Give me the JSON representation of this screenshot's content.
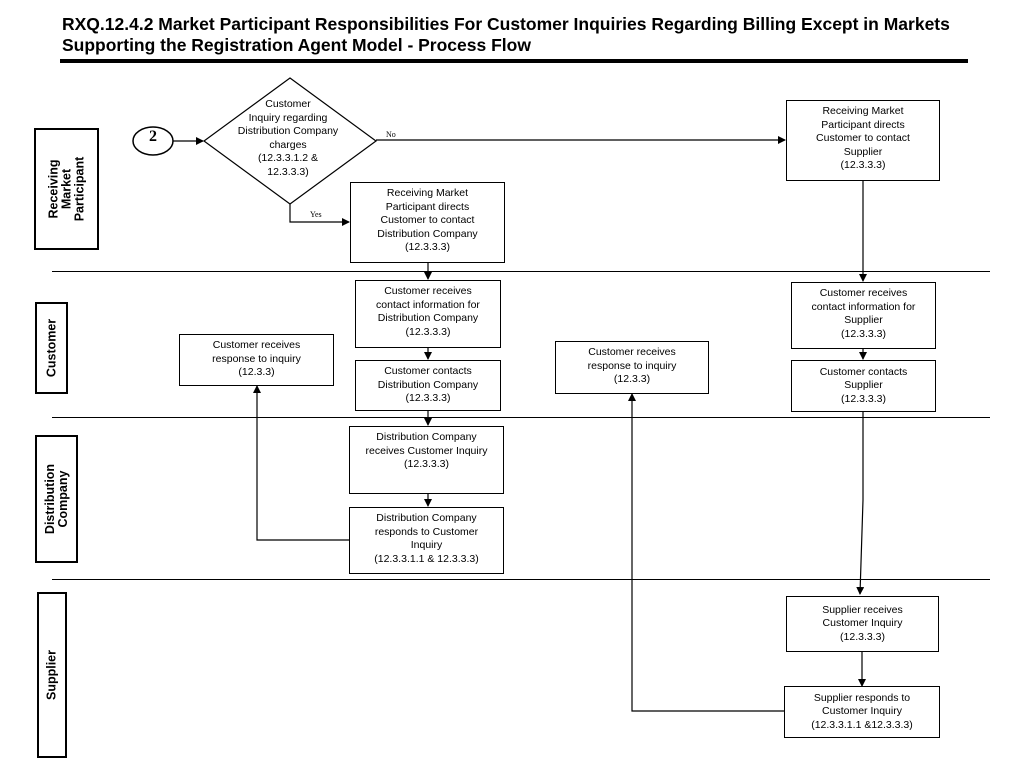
{
  "title": "RXQ.12.4.2 Market Participant Responsibilities For Customer Inquiries Regarding Billing Except in Markets Supporting the Registration Agent Model - Process Flow",
  "lanes": [
    {
      "label": "Receiving\nMarket\nParticipant"
    },
    {
      "label": "Customer"
    },
    {
      "label": "Distribution\nCompany"
    },
    {
      "label": "Supplier"
    }
  ],
  "connector": {
    "label": "2"
  },
  "decision": {
    "text": "Customer\nInquiry regarding\nDistribution Company\ncharges\n(12.3.3.1.2 &\n12.3.3.3)"
  },
  "edge_labels": {
    "no": "No",
    "yes": "Yes"
  },
  "boxes": {
    "rmp_directs_supplier": "Receiving Market\nParticipant directs\nCustomer to contact\nSupplier\n(12.3.3.3)",
    "rmp_directs_dist": "Receiving Market\nParticipant directs\nCustomer to contact\nDistribution Company\n(12.3.3.3)",
    "cust_receives_dist_info": "Customer receives\ncontact information for\nDistribution Company\n(12.3.3.3)",
    "cust_contacts_dist": "Customer contacts\nDistribution Company\n(12.3.3.3)",
    "cust_response_left": "Customer receives\nresponse to inquiry\n(12.3.3)",
    "cust_response_mid": "Customer receives\nresponse to inquiry\n(12.3.3)",
    "cust_receives_supplier_info": "Customer receives\ncontact information for\nSupplier\n(12.3.3.3)",
    "cust_contacts_supplier": "Customer contacts\nSupplier\n(12.3.3.3)",
    "dist_receives_inquiry": "Distribution Company\nreceives Customer Inquiry\n(12.3.3.3)",
    "dist_responds": "Distribution Company\nresponds to Customer\nInquiry\n(12.3.3.1.1 & 12.3.3.3)",
    "supplier_receives": "Supplier receives\nCustomer Inquiry\n(12.3.3.3)",
    "supplier_responds": "Supplier responds to\nCustomer Inquiry\n(12.3.3.1.1 &12.3.3.3)"
  }
}
